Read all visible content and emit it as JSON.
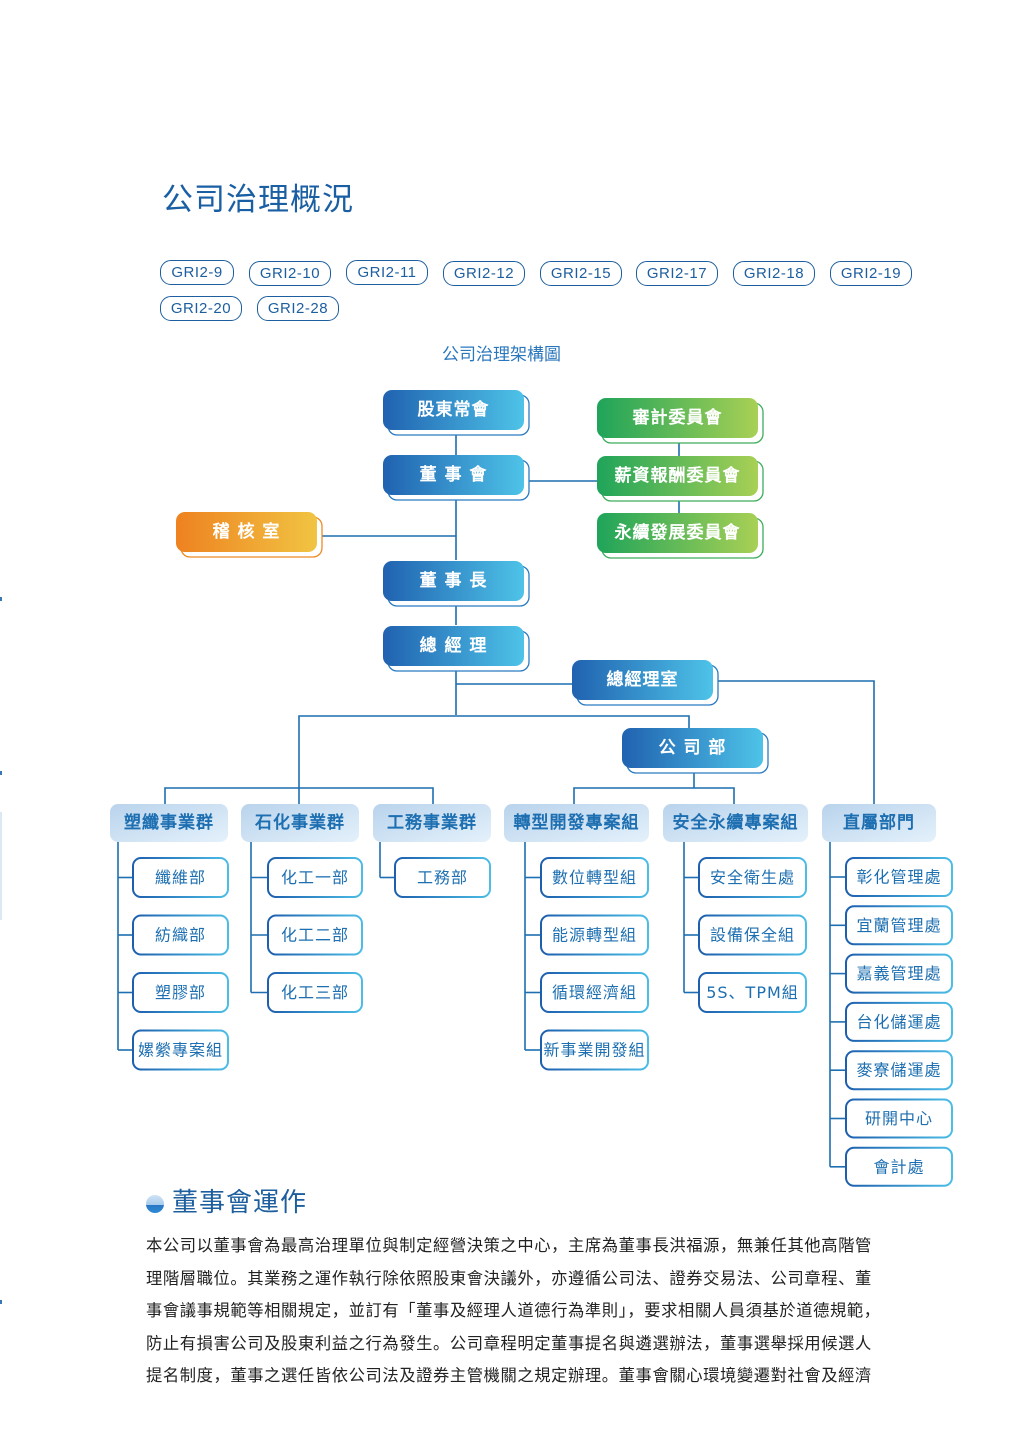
{
  "page": {
    "title": "公司治理概況",
    "gri_tags": [
      "GRI2-9",
      "GRI2-10",
      "GRI2-11",
      "GRI2-12",
      "GRI2-15",
      "GRI2-17",
      "GRI2-18",
      "GRI2-19",
      "GRI2-20",
      "GRI2-28"
    ]
  },
  "org_chart": {
    "title": "公司治理架構圖",
    "colors": {
      "blue_start": "#2066b2",
      "blue_end": "#4cc0e6",
      "green_start": "#22a75a",
      "green_end": "#a6cf52",
      "orange_start": "#ef8420",
      "orange_end": "#f0c242",
      "line": "#1d6fb1",
      "group_bg": "#cfe1f1",
      "group_text": "#1d6fb1"
    },
    "top_nodes": {
      "shareholders": "股東常會",
      "board": "董 事 會",
      "audit_office": "稽 核 室",
      "chairman": "董 事 長",
      "president": "總 經 理",
      "president_office": "總經理室",
      "corporate_dept": "公 司 部"
    },
    "committees": [
      "審計委員會",
      "薪資報酬委員會",
      "永續發展委員會"
    ],
    "groups": [
      {
        "name": "塑纖事業群",
        "units": [
          "纖維部",
          "紡織部",
          "塑膠部",
          "嫘縈專案組"
        ]
      },
      {
        "name": "石化事業群",
        "units": [
          "化工一部",
          "化工二部",
          "化工三部"
        ]
      },
      {
        "name": "工務事業群",
        "units": [
          "工務部"
        ]
      },
      {
        "name": "轉型開發專案組",
        "units": [
          "數位轉型組",
          "能源轉型組",
          "循環經濟組",
          "新事業開發組"
        ]
      },
      {
        "name": "安全永續專案組",
        "units": [
          "安全衛生處",
          "設備保全組",
          "5S、TPM組"
        ]
      },
      {
        "name": "直屬部門",
        "units": [
          "彰化管理處",
          "宜蘭管理處",
          "嘉義管理處",
          "台化儲運處",
          "麥寮儲運處",
          "研開中心",
          "會計處"
        ]
      }
    ]
  },
  "section": {
    "heading": "董事會運作",
    "paragraph_lines": [
      "本公司以董事會為最高治理單位與制定經營決策之中心，主席為董事長洪福源，無兼任其他高階管",
      "理階層職位。其業務之運作執行除依照股東會決議外，亦遵循公司法、證券交易法、公司章程、董",
      "事會議事規範等相關規定，並訂有「董事及經理人道德行為準則」，要求相關人員須基於道德規範，",
      "防止有損害公司及股東利益之行為發生。公司章程明定董事提名與遴選辦法，董事選舉採用候選人",
      "提名制度，董事之選任皆依公司法及證券主管機關之規定辦理。董事會關心環境變遷對社會及經濟"
    ]
  }
}
